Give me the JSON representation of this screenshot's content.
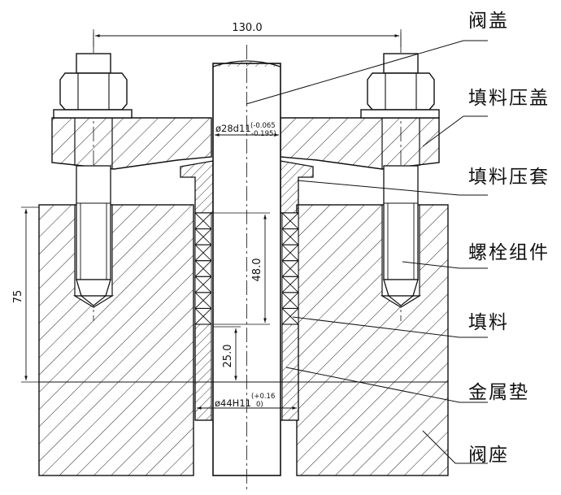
{
  "dimensions": {
    "bolt_spacing": "130.0",
    "seat_depth": "75",
    "packing_height": "48.0",
    "gasket_height": "25.0",
    "stem_diameter": "ø28d11",
    "stem_tol_upper": "(-0.065",
    "stem_tol_lower": "-0.195)",
    "bore_diameter": "ø44H11",
    "bore_tol_upper": "(+0.16",
    "bore_tol_lower": "0)"
  },
  "callouts": {
    "valve_cover": "阀盖",
    "packing_gland": "填料压盖",
    "gland_sleeve": "填料压套",
    "bolt_assembly": "螺栓组件",
    "packing": "填料",
    "metal_gasket": "金属垫",
    "valve_seat": "阀座"
  }
}
